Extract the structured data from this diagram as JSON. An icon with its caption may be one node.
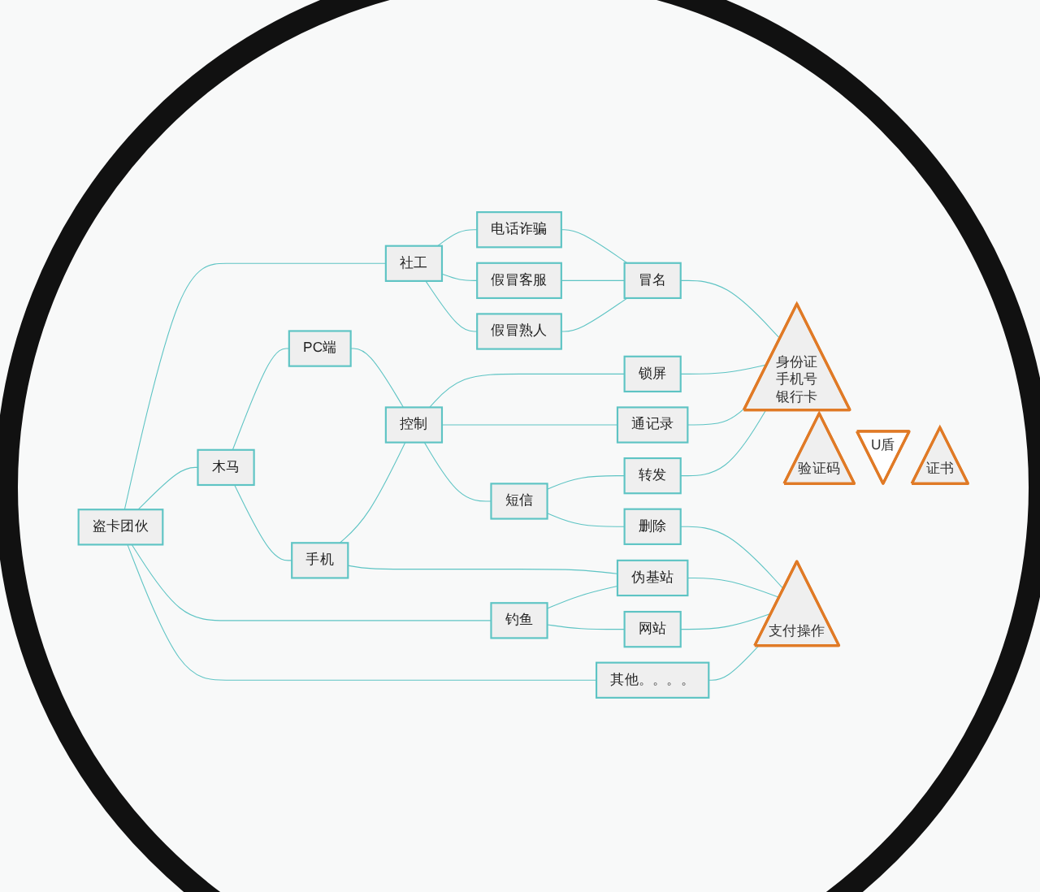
{
  "diagram": {
    "nodes": [
      {
        "text": [
          "盗卡团伙"
        ]
      },
      {
        "text": [
          "社工"
        ]
      },
      {
        "text": [
          "电话诈骗"
        ]
      },
      {
        "text": [
          "假冒客服"
        ]
      },
      {
        "text": [
          "假冒熟人"
        ]
      },
      {
        "text": [
          "冒名"
        ]
      },
      {
        "text": [
          "木马"
        ]
      },
      {
        "text": [
          "PC端"
        ]
      },
      {
        "text": [
          "手机"
        ]
      },
      {
        "text": [
          "控制"
        ]
      },
      {
        "text": [
          "锁屏"
        ]
      },
      {
        "text": [
          "通记录"
        ]
      },
      {
        "text": [
          "短信"
        ]
      },
      {
        "text": [
          "转发"
        ]
      },
      {
        "text": [
          "删除"
        ]
      },
      {
        "text": [
          "钓鱼"
        ]
      },
      {
        "text": [
          "伪基站"
        ]
      },
      {
        "text": [
          "网站"
        ]
      },
      {
        "text": [
          "其他。。。。"
        ]
      },
      {
        "text": [
          "身份证手机号银行卡"
        ]
      },
      {
        "text": [
          "验证码"
        ]
      },
      {
        "text": [
          "U盾"
        ]
      },
      {
        "text": [
          "证书"
        ]
      },
      {
        "text": [
          "支付操作"
        ]
      }
    ],
    "edges": [
      {
        "from": 0,
        "to": 1,
        "arrow": "none"
      },
      {
        "from": 0,
        "to": 6,
        "arrow": "none"
      },
      {
        "from": 0,
        "to": 15,
        "arrow": "none"
      },
      {
        "from": 0,
        "to": 18,
        "arrow": "none"
      },
      {
        "from": 1,
        "to": 2,
        "arrow": "none"
      },
      {
        "from": 1,
        "to": 3,
        "arrow": "none"
      },
      {
        "from": 1,
        "to": 4,
        "arrow": "none"
      },
      {
        "from": 2,
        "to": 5,
        "arrow": "none"
      },
      {
        "from": 3,
        "to": 5,
        "arrow": "none"
      },
      {
        "from": 4,
        "to": 5,
        "arrow": "none"
      },
      {
        "from": 6,
        "to": 7,
        "arrow": "none"
      },
      {
        "from": 6,
        "to": 8,
        "arrow": "none"
      },
      {
        "from": 7,
        "to": 9,
        "arrow": "none"
      },
      {
        "from": 8,
        "to": 9,
        "arrow": "none"
      },
      {
        "from": 9,
        "to": 10,
        "arrow": "none"
      },
      {
        "from": 9,
        "to": 11,
        "arrow": "none"
      },
      {
        "from": 9,
        "to": 12,
        "arrow": "none"
      },
      {
        "from": 12,
        "to": 13,
        "arrow": "none"
      },
      {
        "from": 12,
        "to": 14,
        "arrow": "none"
      },
      {
        "from": 8,
        "to": 16,
        "arrow": "none"
      },
      {
        "from": 15,
        "to": 16,
        "arrow": "none"
      },
      {
        "from": 15,
        "to": 17,
        "arrow": "none"
      },
      {
        "from": 5,
        "to": 19,
        "arrow": "none"
      },
      {
        "from": 10,
        "to": 19,
        "arrow": "none"
      },
      {
        "from": 11,
        "to": 19,
        "arrow": "none"
      },
      {
        "from": 13,
        "to": 19,
        "arrow": "none"
      },
      {
        "from": 14,
        "to": 23,
        "arrow": "none"
      },
      {
        "from": 16,
        "to": 23,
        "arrow": "none"
      },
      {
        "from": 17,
        "to": 23,
        "arrow": "none"
      },
      {
        "from": 18,
        "to": 23,
        "arrow": "none"
      }
    ]
  }
}
